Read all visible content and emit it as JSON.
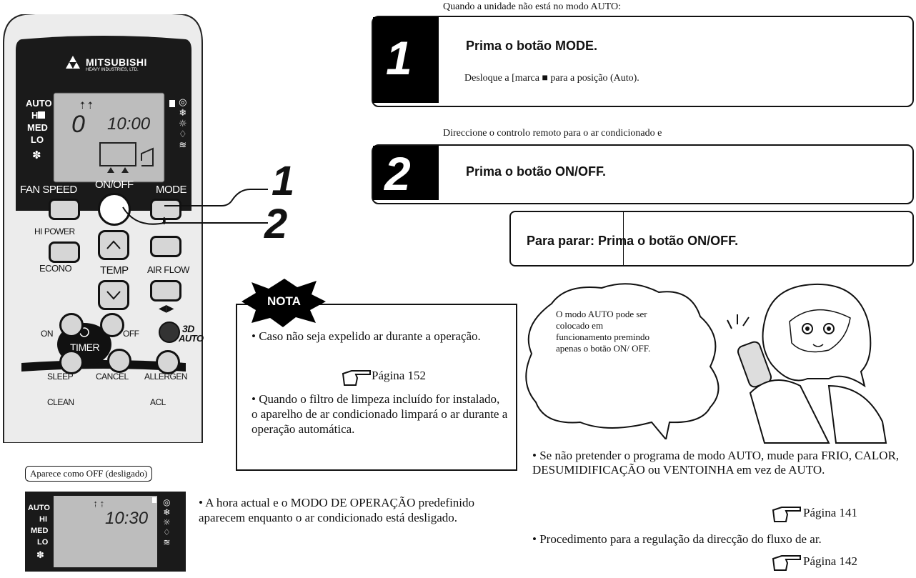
{
  "remote": {
    "brand": "MITSUBISHI",
    "brand_sub": "HEAVY INDUSTRIES, LTD.",
    "lcd": {
      "modes": [
        "AUTO",
        "HI",
        "MED",
        "LO"
      ],
      "digit": "0",
      "time": "10:00"
    },
    "labels": {
      "fan_speed": "FAN SPEED",
      "on_off": "ON/OFF",
      "mode": "MODE",
      "hi_power": "HI POWER",
      "econo": "ECONO",
      "temp": "TEMP",
      "air_flow": "AIR FLOW",
      "on": "ON",
      "off": "OFF",
      "timer": "TIMER",
      "auto3d_top": "3D",
      "auto3d_bottom": "AUTO",
      "sleep": "SLEEP",
      "cancel": "CANCEL",
      "allergen": "ALLERGEN",
      "clean": "CLEAN",
      "acl": "ACL"
    }
  },
  "callouts": [
    "1",
    "2"
  ],
  "intro": "Quando a unidade não está no modo AUTO:",
  "step1": {
    "number": "1",
    "title": "Prima o botão MODE.",
    "text": "Desloque a [marca ■ para a posição  (Auto)."
  },
  "direct_text": "Direccione o controlo remoto para o ar condicionado e",
  "step2": {
    "number": "2",
    "title": "Prima o botão ON/OFF."
  },
  "stop_text": "Para parar: Prima o botão ON/OFF.",
  "nota": {
    "title": "NOTA",
    "item1": "• Caso não seja expelido ar durante a operação.",
    "page_ref1": "Página 152",
    "item2": "• Quando o filtro de limpeza incluído for instalado, o aparelho de ar condicionado limpará o ar durante a operação automática."
  },
  "bubble": "O modo AUTO pode ser colocado em funcionamento premindo apenas o botão ON/ OFF.",
  "off_display": {
    "label": "Aparece como OFF (desligado)",
    "modes": [
      "AUTO",
      "HI",
      "MED",
      "LO"
    ],
    "time": "10:30",
    "text": "• A hora actual e o MODO DE OPERAÇÃO predefinido aparecem enquanto o ar condicionado está desligado."
  },
  "right_notes": {
    "note1": "• Se não pretender o programa de modo AUTO, mude para FRIO, CALOR, DESUMIDIFICAÇÃO ou VENTOINHA em vez de AUTO.",
    "page_ref1": "Página 141",
    "note2": "• Procedimento para a regulação da direcção do fluxo de ar.",
    "page_ref2": "Página 142"
  },
  "colors": {
    "ink": "#111111",
    "remote_body": "#ececec",
    "remote_panel": "#1a1a1a",
    "lcd": "#bdbdbd",
    "button": "#d6d6d6"
  }
}
